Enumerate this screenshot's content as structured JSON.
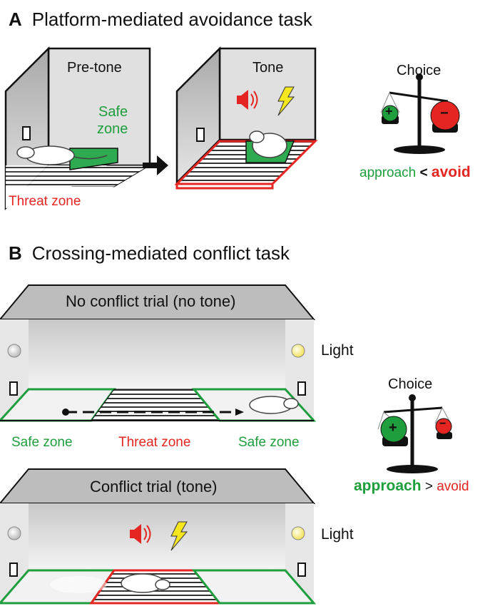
{
  "panel_a": {
    "letter": "A",
    "title": "Platform-mediated avoidance task",
    "box1_label": "Pre-tone",
    "box2_label": "Tone",
    "safe_line1": "Safe",
    "safe_line2": "zone",
    "threat_label": "Threat zone",
    "choice": "Choice",
    "plus": "+",
    "minus": "−",
    "approach": "approach",
    "relation": "<",
    "avoid": "avoid"
  },
  "panel_b": {
    "letter": "B",
    "title": "Crossing-mediated conflict task",
    "trial1": "No conflict trial (no tone)",
    "trial2": "Conflict trial (tone)",
    "light1": "Light",
    "light2": "Light",
    "safe_left": "Safe zone",
    "threat": "Threat zone",
    "safe_right": "Safe zone",
    "choice": "Choice",
    "plus": "+",
    "minus": "−",
    "approach": "approach",
    "relation": ">",
    "avoid": "avoid"
  },
  "colors": {
    "green": "#1e9e3c",
    "red": "#e52521",
    "yellow": "#f5e61e",
    "grey_wall": "#bdbdbd"
  }
}
